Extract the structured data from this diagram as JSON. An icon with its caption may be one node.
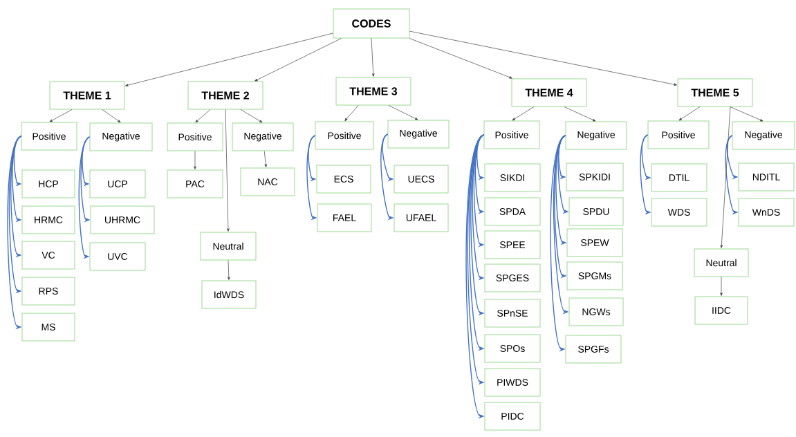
{
  "diagram": {
    "nodes": [
      {
        "text": [
          "CODES"
        ]
      },
      {
        "text": [
          "THEME 1"
        ]
      },
      {
        "text": [
          "THEME 2"
        ]
      },
      {
        "text": [
          "THEME 3"
        ]
      },
      {
        "text": [
          "THEME 4"
        ]
      },
      {
        "text": [
          "THEME 5"
        ]
      },
      {
        "text": [
          "Positive"
        ]
      },
      {
        "text": [
          "Negative"
        ]
      },
      {
        "text": [
          "HCP"
        ]
      },
      {
        "text": [
          "HRMC"
        ]
      },
      {
        "text": [
          "VC"
        ]
      },
      {
        "text": [
          "RPS"
        ]
      },
      {
        "text": [
          "MS"
        ]
      },
      {
        "text": [
          "UCP"
        ]
      },
      {
        "text": [
          "UHRMC"
        ]
      },
      {
        "text": [
          "UVC"
        ]
      },
      {
        "text": [
          "Positive"
        ]
      },
      {
        "text": [
          "Negative"
        ]
      },
      {
        "text": [
          "PAC"
        ]
      },
      {
        "text": [
          "NAC"
        ]
      },
      {
        "text": [
          "Neutral"
        ]
      },
      {
        "text": [
          "IdWDS"
        ]
      },
      {
        "text": [
          "Positive"
        ]
      },
      {
        "text": [
          "Negative"
        ]
      },
      {
        "text": [
          "ECS"
        ]
      },
      {
        "text": [
          "FAEL"
        ]
      },
      {
        "text": [
          "UECS"
        ]
      },
      {
        "text": [
          "UFAEL"
        ]
      },
      {
        "text": [
          "Positive"
        ]
      },
      {
        "text": [
          "Negative"
        ]
      },
      {
        "text": [
          "SIKDI"
        ]
      },
      {
        "text": [
          "SPDA"
        ]
      },
      {
        "text": [
          "SPEE"
        ]
      },
      {
        "text": [
          "SPGES"
        ]
      },
      {
        "text": [
          "SPnSE"
        ]
      },
      {
        "text": [
          "SPOs"
        ]
      },
      {
        "text": [
          "PIWDS"
        ]
      },
      {
        "text": [
          "PIDC"
        ]
      },
      {
        "text": [
          "SPKIDI"
        ]
      },
      {
        "text": [
          "SPDU"
        ]
      },
      {
        "text": [
          "SPEW"
        ]
      },
      {
        "text": [
          "SPGMs"
        ]
      },
      {
        "text": [
          "NGWs"
        ]
      },
      {
        "text": [
          "SPGFs"
        ]
      },
      {
        "text": [
          "Positive"
        ]
      },
      {
        "text": [
          "Negative"
        ]
      },
      {
        "text": [
          "DTIL"
        ]
      },
      {
        "text": [
          "WDS"
        ]
      },
      {
        "text": [
          "NDITL"
        ]
      },
      {
        "text": [
          "WnDS"
        ]
      },
      {
        "text": [
          "Neutral"
        ]
      },
      {
        "text": [
          "IIDC"
        ]
      }
    ],
    "edges": [
      {
        "from": 0,
        "to": 1,
        "arrow": "to",
        "color": "#404040"
      },
      {
        "from": 0,
        "to": 2,
        "arrow": "to",
        "color": "#404040"
      },
      {
        "from": 0,
        "to": 3,
        "arrow": "to",
        "color": "#404040"
      },
      {
        "from": 0,
        "to": 4,
        "arrow": "to",
        "color": "#404040"
      },
      {
        "from": 0,
        "to": 5,
        "arrow": "to",
        "color": "#404040"
      },
      {
        "from": 1,
        "to": 6,
        "arrow": "to",
        "color": "#404040"
      },
      {
        "from": 1,
        "to": 7,
        "arrow": "to",
        "color": "#404040"
      },
      {
        "from": 6,
        "to": 8,
        "arrow": "to"
      },
      {
        "from": 6,
        "to": 9,
        "arrow": "to"
      },
      {
        "from": 6,
        "to": 10,
        "arrow": "to"
      },
      {
        "from": 6,
        "to": 11,
        "arrow": "to"
      },
      {
        "from": 6,
        "to": 12,
        "arrow": "to"
      },
      {
        "from": 7,
        "to": 13,
        "arrow": "to"
      },
      {
        "from": 7,
        "to": 14,
        "arrow": "to"
      },
      {
        "from": 7,
        "to": 15,
        "arrow": "to"
      },
      {
        "from": 2,
        "to": 16,
        "arrow": "to",
        "color": "#404040"
      },
      {
        "from": 2,
        "to": 17,
        "arrow": "to",
        "color": "#404040"
      },
      {
        "from": 16,
        "to": 18,
        "arrow": "to",
        "color": "#404040"
      },
      {
        "from": 17,
        "to": 19,
        "arrow": "to",
        "color": "#404040"
      },
      {
        "from": 2,
        "to": 20,
        "arrow": "to",
        "color": "#404040"
      },
      {
        "from": 20,
        "to": 21,
        "arrow": "to",
        "color": "#404040"
      },
      {
        "from": 3,
        "to": 22,
        "arrow": "to",
        "color": "#404040"
      },
      {
        "from": 3,
        "to": 23,
        "arrow": "to",
        "color": "#404040"
      },
      {
        "from": 22,
        "to": 24,
        "arrow": "to"
      },
      {
        "from": 22,
        "to": 25,
        "arrow": "to"
      },
      {
        "from": 23,
        "to": 26,
        "arrow": "to"
      },
      {
        "from": 23,
        "to": 27,
        "arrow": "to"
      },
      {
        "from": 4,
        "to": 28,
        "arrow": "to",
        "color": "#404040"
      },
      {
        "from": 4,
        "to": 29,
        "arrow": "to",
        "color": "#404040"
      },
      {
        "from": 28,
        "to": 30,
        "arrow": "to"
      },
      {
        "from": 28,
        "to": 31,
        "arrow": "to"
      },
      {
        "from": 28,
        "to": 32,
        "arrow": "to"
      },
      {
        "from": 28,
        "to": 33,
        "arrow": "to"
      },
      {
        "from": 28,
        "to": 34,
        "arrow": "to"
      },
      {
        "from": 28,
        "to": 35,
        "arrow": "to"
      },
      {
        "from": 28,
        "to": 36,
        "arrow": "to"
      },
      {
        "from": 28,
        "to": 37,
        "arrow": "to"
      },
      {
        "from": 29,
        "to": 38,
        "arrow": "to"
      },
      {
        "from": 29,
        "to": 39,
        "arrow": "to"
      },
      {
        "from": 29,
        "to": 40,
        "arrow": "to"
      },
      {
        "from": 29,
        "to": 41,
        "arrow": "to"
      },
      {
        "from": 29,
        "to": 42,
        "arrow": "to"
      },
      {
        "from": 29,
        "to": 43,
        "arrow": "to"
      },
      {
        "from": 5,
        "to": 44,
        "arrow": "to",
        "color": "#404040"
      },
      {
        "from": 5,
        "to": 45,
        "arrow": "to",
        "color": "#404040"
      },
      {
        "from": 44,
        "to": 46,
        "arrow": "to"
      },
      {
        "from": 44,
        "to": 47,
        "arrow": "to"
      },
      {
        "from": 45,
        "to": 48,
        "arrow": "to"
      },
      {
        "from": 45,
        "to": 49,
        "arrow": "to"
      },
      {
        "from": 5,
        "to": 50,
        "arrow": "to",
        "color": "#404040"
      },
      {
        "from": 50,
        "to": 51,
        "arrow": "to",
        "color": "#404040"
      }
    ]
  }
}
